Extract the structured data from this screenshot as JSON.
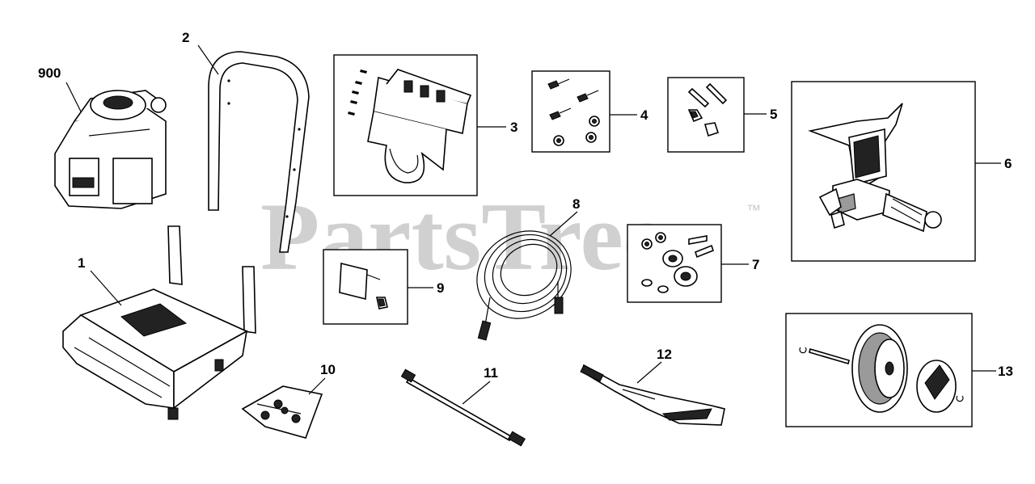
{
  "diagram": {
    "watermark": "PartsTree",
    "trademark": "™",
    "callouts": {
      "c900": "900",
      "c1": "1",
      "c2": "2",
      "c3": "3",
      "c4": "4",
      "c5": "5",
      "c6": "6",
      "c7": "7",
      "c8": "8",
      "c9": "9",
      "c10": "10",
      "c11": "11",
      "c12": "12",
      "c13": "13"
    }
  }
}
